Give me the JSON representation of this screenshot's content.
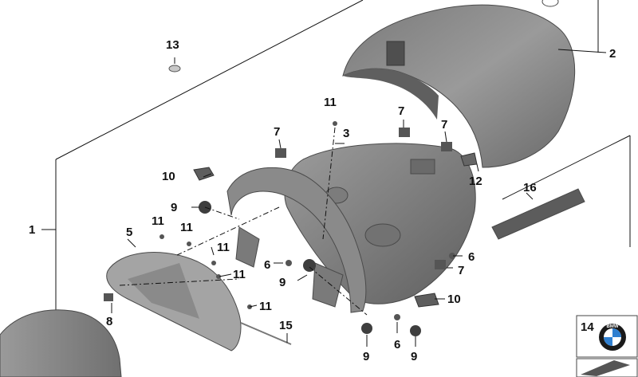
{
  "callouts": {
    "c1": "1",
    "c2": "2",
    "c3": "3",
    "c5": "5",
    "c6a": "6",
    "c6b": "6",
    "c6c": "6",
    "c7a": "7",
    "c7b": "7",
    "c7c": "7",
    "c7d": "7",
    "c8": "8",
    "c9a": "9",
    "c9b": "9",
    "c9c": "9",
    "c9d": "9",
    "c10a": "10",
    "c10b": "10",
    "c11a": "11",
    "c11b": "11",
    "c11c": "11",
    "c11d": "11",
    "c11e": "11",
    "c11f": "11",
    "c12": "12",
    "c13": "13",
    "c15": "15",
    "c16": "16"
  },
  "badge": {
    "number": "14",
    "logo_letters": "BMW"
  },
  "colors": {
    "part_dark": "#6e6e6e",
    "part_mid": "#8c8c8c",
    "part_light": "#b4b4b4",
    "line": "#111111"
  }
}
